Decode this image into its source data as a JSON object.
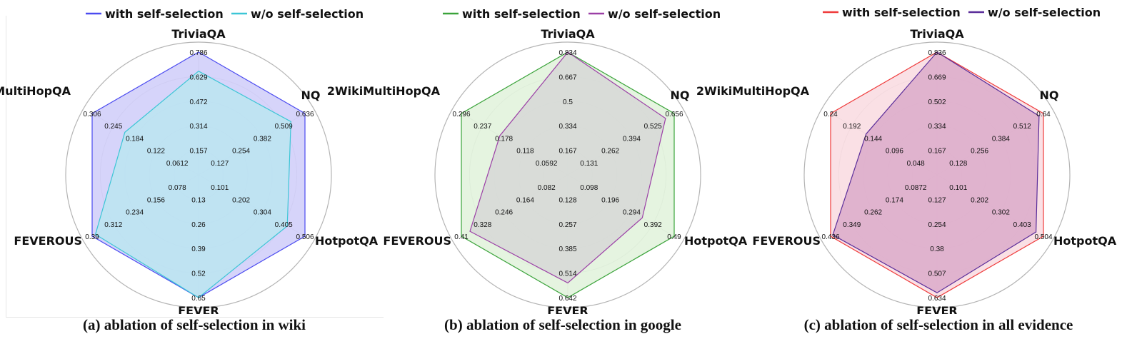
{
  "chart_data": [
    {
      "type": "radar",
      "caption": "(a) ablation of self-selection in wiki",
      "axes": [
        "TriviaQA",
        "NQ",
        "HotpotQA",
        "FEVER",
        "FEVEROUS",
        "2WikiMultiHopQA"
      ],
      "axis_ticks": [
        [
          "0.157",
          "0.314",
          "0.472",
          "0.629",
          "0.786"
        ],
        [
          "0.127",
          "0.254",
          "0.382",
          "0.509",
          "0.636"
        ],
        [
          "0.101",
          "0.202",
          "0.304",
          "0.405",
          "0.506"
        ],
        [
          "0.13",
          "0.26",
          "0.39",
          "0.52",
          "0.65"
        ],
        [
          "0.078",
          "0.156",
          "0.234",
          "0.312",
          "0.39"
        ],
        [
          "0.0612",
          "0.122",
          "0.184",
          "0.245",
          "0.306"
        ]
      ],
      "axis_max": [
        0.786,
        0.636,
        0.506,
        0.65,
        0.39,
        0.306
      ],
      "legend_position": "top",
      "series": [
        {
          "name": "with self-selection",
          "color": "#4b4bf0",
          "fill": "#c8c6f8",
          "values": [
            0.786,
            0.636,
            0.506,
            0.65,
            0.39,
            0.306
          ]
        },
        {
          "name": "w/o self-selection",
          "color": "#3cc6d6",
          "fill": "#b9e6f0",
          "values": [
            0.664,
            0.552,
            0.422,
            0.65,
            0.378,
            0.212
          ]
        }
      ]
    },
    {
      "type": "radar",
      "caption": "(b) ablation of self-selection in google",
      "axes": [
        "TriviaQA",
        "NQ",
        "HotpotQA",
        "FEVER",
        "FEVEROUS",
        "2WikiMultiHopQA"
      ],
      "axis_ticks": [
        [
          "0.167",
          "0.334",
          "0.5",
          "0.667",
          "0.834"
        ],
        [
          "0.131",
          "0.262",
          "0.394",
          "0.525",
          "0.656"
        ],
        [
          "0.098",
          "0.196",
          "0.294",
          "0.392",
          "0.49"
        ],
        [
          "0.128",
          "0.257",
          "0.385",
          "0.514",
          "0.642"
        ],
        [
          "0.082",
          "0.164",
          "0.246",
          "0.328",
          "0.41"
        ],
        [
          "0.0592",
          "0.118",
          "0.178",
          "0.237",
          "0.296"
        ]
      ],
      "axis_max": [
        0.834,
        0.656,
        0.49,
        0.642,
        0.41,
        0.296
      ],
      "legend_position": "top",
      "series": [
        {
          "name": "with self-selection",
          "color": "#3aa33a",
          "fill": "#dcf0d6",
          "values": [
            0.834,
            0.656,
            0.49,
            0.642,
            0.41,
            0.296
          ]
        },
        {
          "name": "w/o self-selection",
          "color": "#9b3fa6",
          "fill": "#d6d6d6",
          "values": [
            0.834,
            0.603,
            0.343,
            0.565,
            0.377,
            0.189
          ]
        }
      ]
    },
    {
      "type": "radar",
      "caption": "(c) ablation of self-selection in all evidence",
      "axes": [
        "TriviaQA",
        "NQ",
        "HotpotQA",
        "FEVER",
        "FEVEROUS",
        "2WikiMultiHopQA"
      ],
      "axis_ticks": [
        [
          "0.167",
          "0.334",
          "0.502",
          "0.669",
          "0.836"
        ],
        [
          "0.128",
          "0.256",
          "0.384",
          "0.512",
          "0.64"
        ],
        [
          "0.101",
          "0.202",
          "0.302",
          "0.403",
          "0.504"
        ],
        [
          "0.127",
          "0.254",
          "0.38",
          "0.507",
          "0.634"
        ],
        [
          "0.0872",
          "0.174",
          "0.262",
          "0.349",
          "0.436"
        ],
        [
          "0.048",
          "0.096",
          "0.144",
          "0.192",
          "0.24"
        ]
      ],
      "axis_max": [
        0.836,
        0.64,
        0.504,
        0.634,
        0.436,
        0.24
      ],
      "legend_position": "top",
      "series": [
        {
          "name": "with self-selection",
          "color": "#ef3b3b",
          "fill": "#f8d6dc",
          "values": [
            0.836,
            0.64,
            0.504,
            0.634,
            0.436,
            0.24
          ]
        },
        {
          "name": "w/o self-selection",
          "color": "#5a2d9a",
          "fill": "#d9a8c8",
          "values": [
            0.836,
            0.614,
            0.469,
            0.609,
            0.427,
            0.16
          ]
        }
      ]
    }
  ]
}
